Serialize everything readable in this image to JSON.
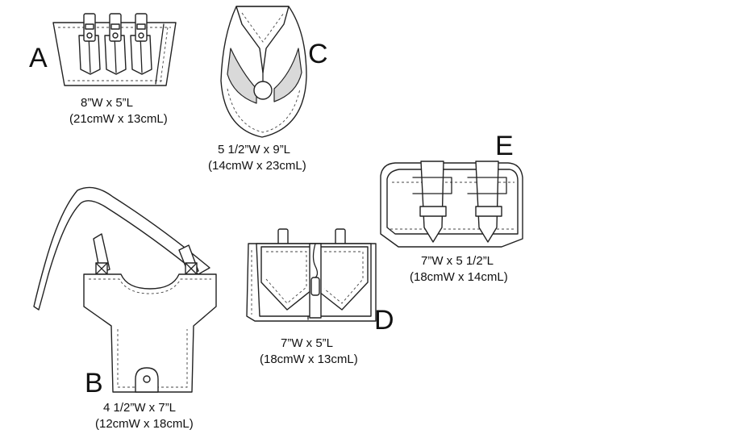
{
  "items": [
    {
      "letter": "A",
      "size_in": "8”W x 5”L",
      "size_cm": "(21cmW x 13cmL)"
    },
    {
      "letter": "B",
      "size_in": "4 1/2”W x 7”L",
      "size_cm": "(12cmW x 18cmL)"
    },
    {
      "letter": "C",
      "size_in": "5 1/2”W x 9”L",
      "size_cm": "(14cmW x 23cmL)"
    },
    {
      "letter": "D",
      "size_in": "7”W x 5”L",
      "size_cm": "(18cmW x 13cmL)"
    },
    {
      "letter": "E",
      "size_in": "7”W x 5 1/2”L",
      "size_cm": "(18cmW x 14cmL)"
    }
  ],
  "colors": {
    "ink": "#222222",
    "shade": "#d9d9d9",
    "background": "#ffffff"
  }
}
